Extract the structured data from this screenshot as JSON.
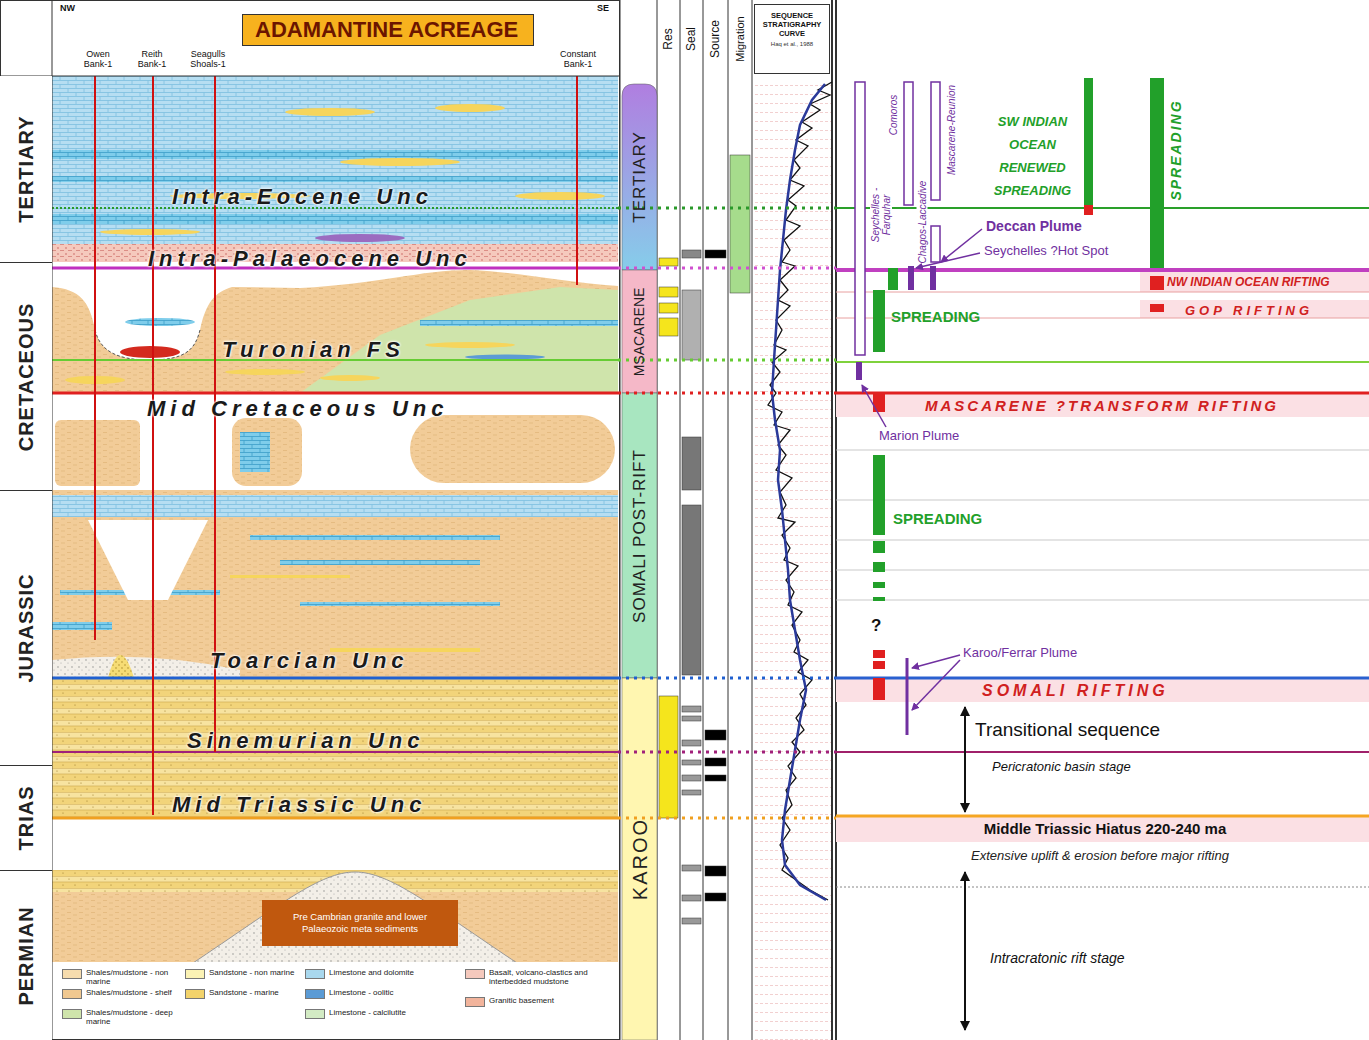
{
  "diagram": {
    "title": "ADAMANTINE ACREAGE",
    "nodes": [
      {
        "text": [
          "TERTIARY"
        ]
      },
      {
        "text": [
          "CRETACEOUS"
        ]
      },
      {
        "text": [
          "JURASSIC"
        ]
      },
      {
        "text": [
          "TRIAS"
        ]
      },
      {
        "text": [
          "PERMIAN"
        ]
      },
      {
        "text": [
          "Pre Cambrian granite and lower Palaeozoic meta sediments"
        ]
      },
      {
        "text": [
          "Res"
        ]
      },
      {
        "text": [
          "Seal"
        ]
      },
      {
        "text": [
          "Source"
        ]
      },
      {
        "text": [
          "Migration"
        ]
      },
      {
        "text": [
          "SEQUENCE STRATIGRAPHY CURVE",
          "Haq et al., 1988"
        ]
      },
      {
        "text": [
          "TERTIARY"
        ]
      },
      {
        "text": [
          "MSACARENE"
        ]
      },
      {
        "text": [
          "SOMALI POST-RIFT"
        ]
      },
      {
        "text": [
          "KAROO"
        ]
      }
    ],
    "labels": [
      "NW",
      "SE",
      "Owen Bank-1",
      "Reith Bank-1",
      "Seagulls Shoals-1",
      "Constant Bank-1",
      "Intra-Eocene Unc",
      "Intra-Palaeocene Unc",
      "Turonian FS",
      "Mid Cretaceous Unc",
      "Toarcian Unc",
      "Sinemurian Unc",
      "Mid Triassic Unc",
      "Seychelles -Farquhar",
      "Comoros",
      "Mascarene-Reunion",
      "Chagos-Laccadive",
      "SW INDIAN OCEAN RENEWED SPREADING",
      "SPREADING",
      "Deccan Plume",
      "Seychelles ?Hot Spot",
      "NW INDIAN OCEAN RIFTING",
      "GOP RIFTING",
      "SPREADING",
      "MASCARENE ?TRANSFORM RIFTING",
      "Marion Plume",
      "SPREADING",
      "?",
      "Karoo/Ferrar Plume",
      "SOMALI RIFTING",
      "Transitional sequence",
      "Pericratonic basin stage",
      "Middle Triassic Hiatus 220-240 ma",
      "Extensive uplift & erosion before major rifting",
      "Intracratonic rift stage"
    ],
    "legend": [
      {
        "text": "Shales/mudstone - non marine",
        "color": "#f6dcae"
      },
      {
        "text": "Shales/mudstone - shelf",
        "color": "#f0c890"
      },
      {
        "text": "Shales/mudstone - deep marine",
        "color": "#cfe4ab"
      },
      {
        "text": "Sandstone - non marine",
        "color": "#fbf2b4"
      },
      {
        "text": "Sandstone - marine",
        "color": "#f3d36b"
      },
      {
        "text": "Limestone and dolomite",
        "color": "#a9d8ee"
      },
      {
        "text": "Limestone - oolitic",
        "color": "#5b9bd5"
      },
      {
        "text": "Limestone - calcilutite",
        "color": "#d3ebc4"
      },
      {
        "text": "Basalt, volcano-clastics and interbedded mudstone",
        "color": "#f5c9bd"
      },
      {
        "text": "Granitic basement",
        "color": "#f2b49c"
      }
    ]
  }
}
